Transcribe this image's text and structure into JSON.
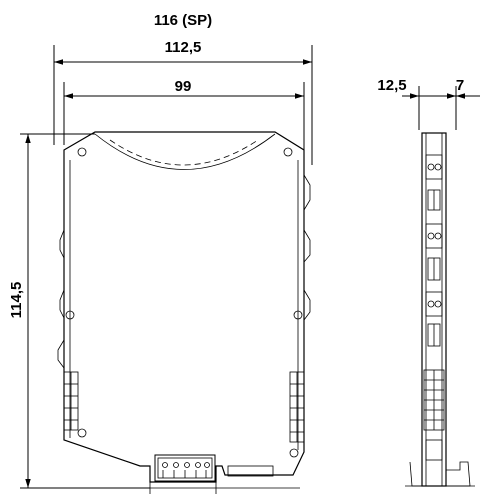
{
  "dimensions": {
    "width_sp": "116 (SP)",
    "width_total": "112,5",
    "width_body": "99",
    "height": "114,5",
    "side_width": "12,5",
    "side_offset": "7"
  }
}
